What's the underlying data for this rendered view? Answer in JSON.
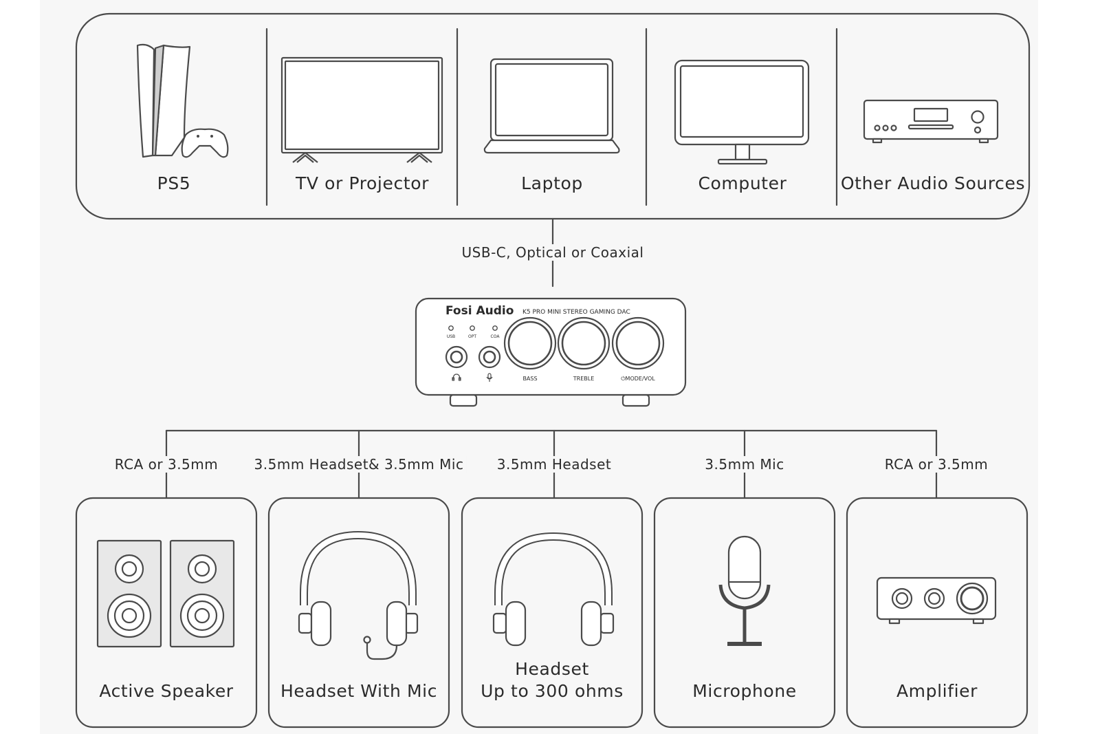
{
  "sources": [
    {
      "label": "PS5",
      "icon": "ps5-console-icon"
    },
    {
      "label": "TV or Projector",
      "icon": "tv-icon"
    },
    {
      "label": "Laptop",
      "icon": "laptop-icon"
    },
    {
      "label": "Computer",
      "icon": "monitor-icon"
    },
    {
      "label": "Other Audio Sources",
      "icon": "audio-receiver-icon"
    }
  ],
  "input_connection": "USB-C, Optical or Coaxial",
  "device": {
    "brand": "Fosi Audio",
    "model": "K5 PRO MINI STEREO GAMING DAC",
    "inputs": [
      "USB",
      "OPT",
      "COA"
    ],
    "knobs": [
      "BASS",
      "TREBLE",
      "⏻MODE/VOL"
    ]
  },
  "outputs": [
    {
      "connection": "RCA or 3.5mm",
      "label": "Active Speaker",
      "icon": "speaker-icon"
    },
    {
      "connection": "3.5mm Headset& 3.5mm Mic",
      "label": "Headset With Mic",
      "icon": "headset-mic-icon"
    },
    {
      "connection": "3.5mm Headset",
      "label": "Headset",
      "sublabel": "Up to 300 ohms",
      "icon": "headphones-icon"
    },
    {
      "connection": "3.5mm Mic",
      "label": "Microphone",
      "icon": "microphone-icon"
    },
    {
      "connection": "RCA or 3.5mm",
      "label": "Amplifier",
      "icon": "amplifier-icon"
    }
  ],
  "colors": {
    "line": "#4a4a4a",
    "background": "#f7f7f7",
    "icon_fill": "#ffffff",
    "speaker_fill": "#e8e8e8"
  }
}
